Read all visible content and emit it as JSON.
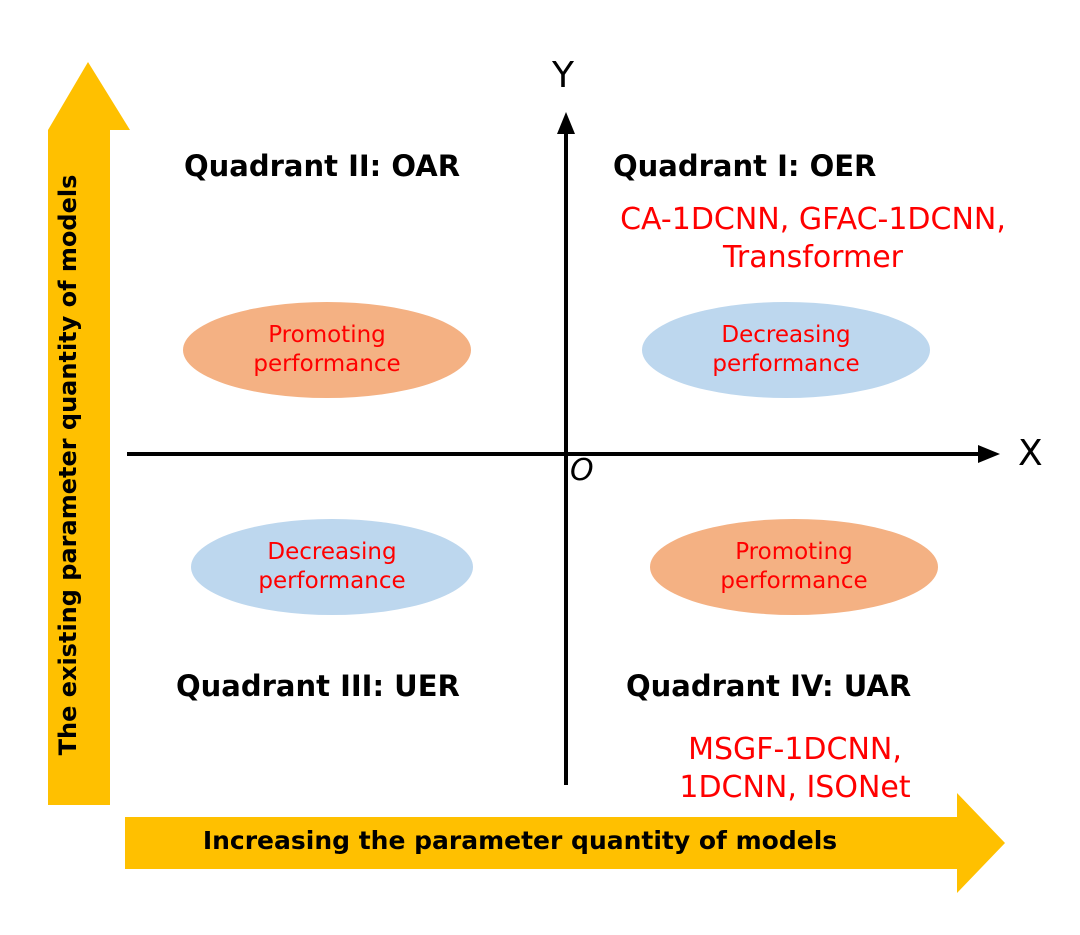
{
  "axes": {
    "y_label": "Y",
    "x_label": "X",
    "origin_label": "O"
  },
  "side_labels": {
    "vertical": "The existing parameter quantity of models",
    "horizontal": "Increasing the parameter quantity of models"
  },
  "quadrants": {
    "q1": {
      "title": "Quadrant I: OER",
      "models": [
        "CA-1DCNN, GFAC-1DCNN,",
        "Transformer"
      ],
      "ellipse": [
        "Decreasing",
        "performance"
      ]
    },
    "q2": {
      "title": "Quadrant II: OAR",
      "ellipse": [
        "Promoting",
        "performance"
      ]
    },
    "q3": {
      "title": "Quadrant III: UER",
      "ellipse": [
        "Decreasing",
        "performance"
      ]
    },
    "q4": {
      "title": "Quadrant IV: UAR",
      "models": [
        "MSGF-1DCNN,",
        "1DCNN, ISONet"
      ],
      "ellipse": [
        "Promoting",
        "performance"
      ]
    }
  },
  "colors": {
    "arrow_band": "#ffc000",
    "promote_ellipse": "#f4b183",
    "decrease_ellipse": "#bdd7ee",
    "highlight_text": "#ff0000"
  }
}
